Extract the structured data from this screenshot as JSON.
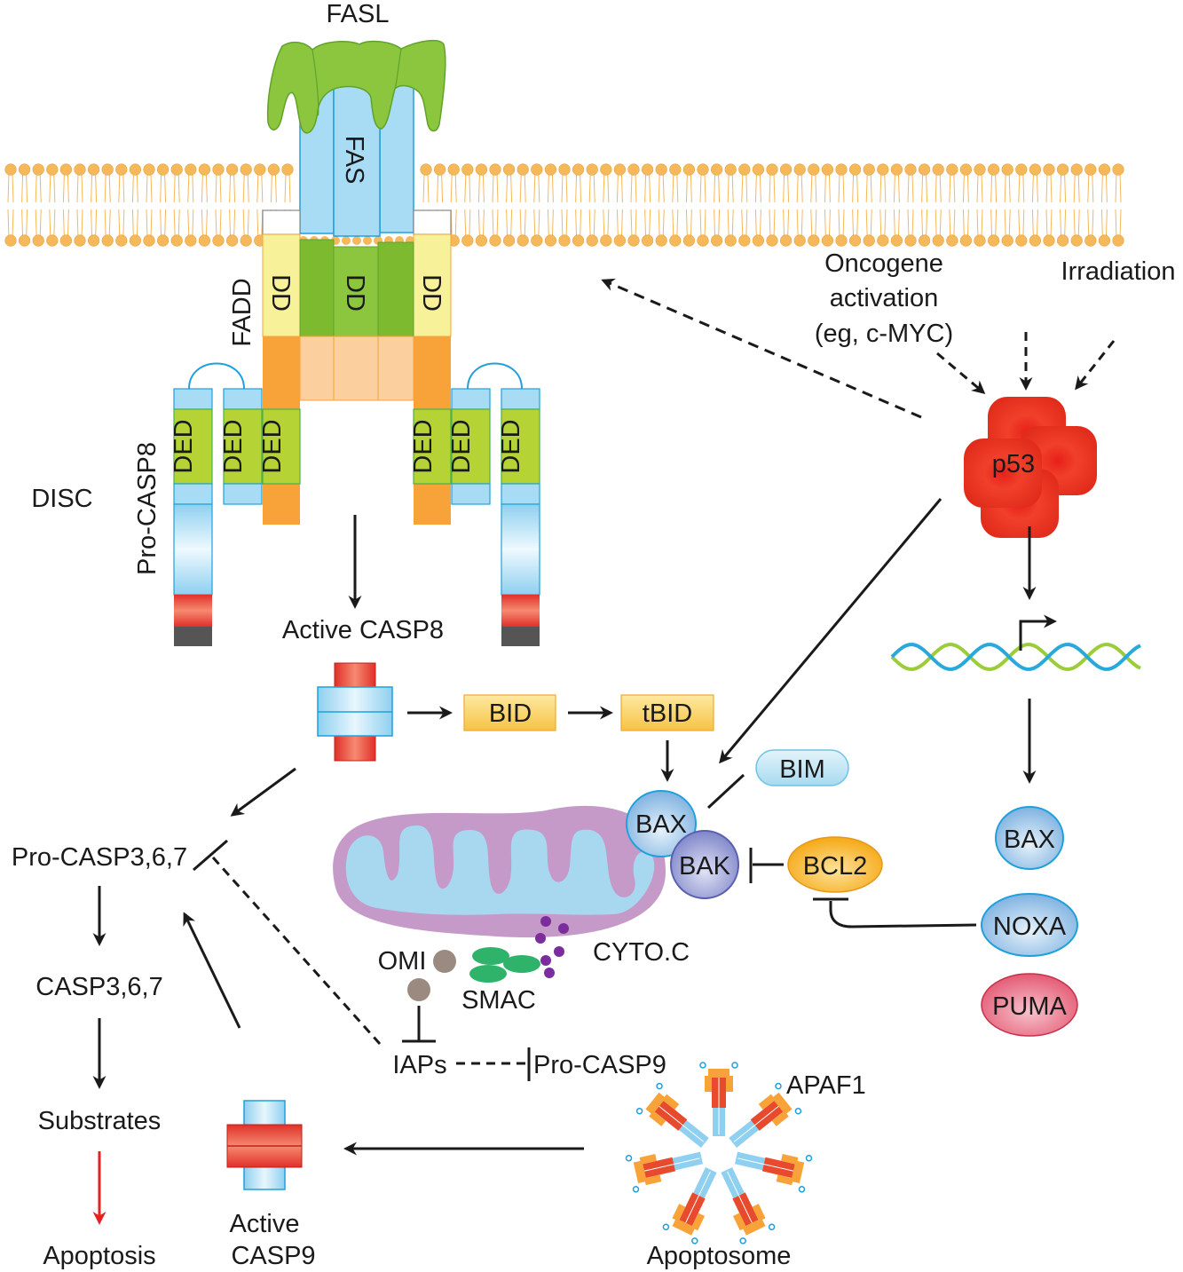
{
  "figure": {
    "title": "Extrinsic and intrinsic apoptosis pathways"
  },
  "extrinsic": {
    "ligand": "FASL",
    "receptor": "FAS",
    "adaptor": "FADD",
    "death_domain": "DD",
    "death_effector_domain": "DED",
    "procaspase": "Pro-CASP8",
    "complex": "DISC",
    "active_caspase": "Active CASP8"
  },
  "p53_branch": {
    "stimuli": [
      "Oncogene",
      "activation",
      "(eg, c-MYC)"
    ],
    "irradiation": "Irradiation",
    "p53": "p53",
    "targets": [
      "BAX",
      "NOXA",
      "PUMA"
    ]
  },
  "mitochondrial": {
    "bid": "BID",
    "tbid": "tBID",
    "bim": "BIM",
    "bax": "BAX",
    "bak": "BAK",
    "bcl2": "BCL2",
    "omi": "OMI",
    "smac": "SMAC",
    "cytoc": "CYTO.C",
    "iaps": "IAPs",
    "procasp9": "Pro-CASP9",
    "apaf1": "APAF1",
    "apoptosome": "Apoptosome",
    "active_casp9": [
      "Active",
      "CASP9"
    ]
  },
  "execution": {
    "procasp367": "Pro-CASP3,6,7",
    "casp367": "CASP3,6,7",
    "substrates": "Substrates",
    "apoptosis": "Apoptosis"
  },
  "colors": {
    "membrane": "#f5b85a",
    "fasl": "#8cc63f",
    "fas": "#a8dcf5",
    "dd_light": "#f7f19a",
    "dd_dark": "#7dba2f",
    "fadd_orange": "#f7a33a",
    "ded": "#b5d334",
    "p53": "#e8281e",
    "bcl2": "#f7b21b",
    "puma": "#e8607a",
    "mito_outer": "#c59ac9",
    "mito_inner": "#a8d8f0",
    "inhibit_red": "#e32323"
  }
}
